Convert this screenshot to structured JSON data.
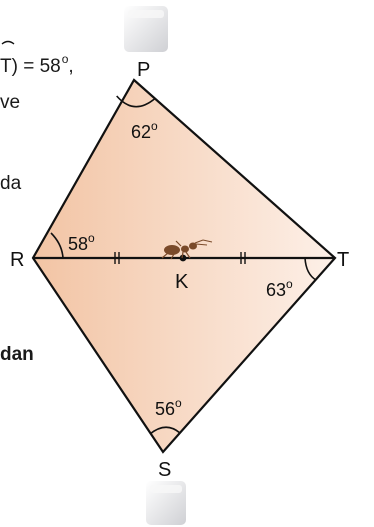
{
  "text_fragments": {
    "top_line": "T) = 58",
    "top_line_sup": "o",
    "top_line_end": ",",
    "line_ve": "ve",
    "line_da": "da",
    "line_dan": "dan"
  },
  "colors": {
    "outline": "#111111",
    "fill_light": "#fdf0e8",
    "fill_dark": "#f2c4a4",
    "marker_block": "#e8e8ea",
    "ant": "#7a4a2a"
  },
  "figure": {
    "vertices": {
      "P": {
        "label": "P"
      },
      "R": {
        "label": "R"
      },
      "T": {
        "label": "T"
      },
      "S": {
        "label": "S"
      },
      "K": {
        "label": "K"
      }
    },
    "angles": {
      "P": {
        "value": "62",
        "degree": "o"
      },
      "R": {
        "value": "58",
        "degree": "o"
      },
      "T": {
        "value": "63",
        "degree": "o"
      },
      "S": {
        "value": "56",
        "degree": "o"
      }
    },
    "icons": [
      "sugar-cube-icon",
      "ant-icon"
    ]
  }
}
